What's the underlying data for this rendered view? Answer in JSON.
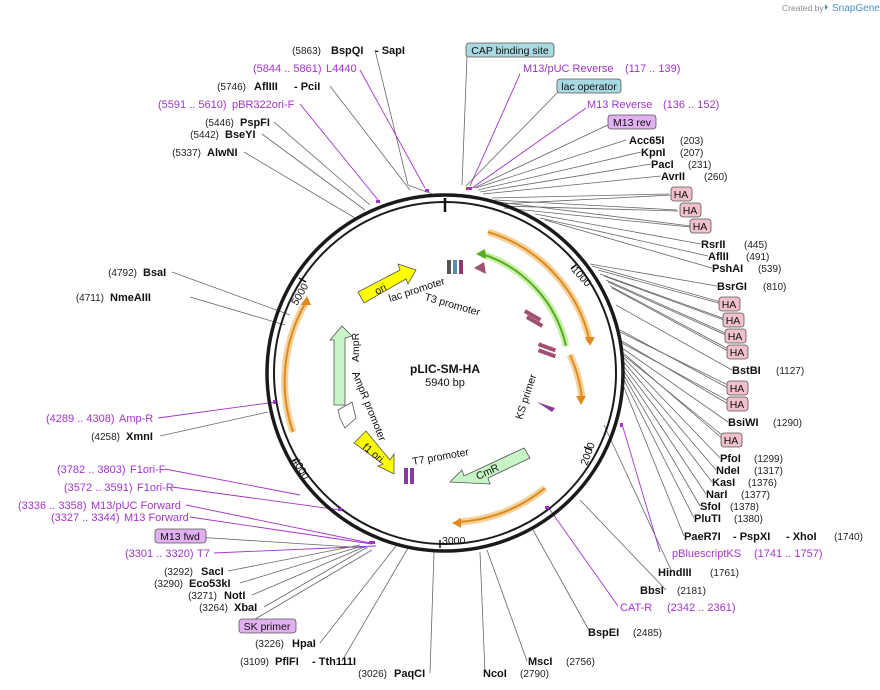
{
  "plasmid": {
    "name": "pLIC-SM-HA",
    "length": "5940 bp"
  },
  "credit": {
    "created_by": "Created by",
    "brand": "SnapGene"
  },
  "colors": {
    "enzyme": "#111111",
    "primer": "#a334c9",
    "backbone": "#1a1a1a",
    "feature_promoter_fill": "#c8f5c8",
    "feature_ori_fill": "#ffff00",
    "feature_orange": "#e08a1e",
    "feature_green": "#5aaa22",
    "misc_blue_fill": "#a8d8e0",
    "ha_fill": "#f0c0cc",
    "primer_box_fill": "#e0b0f0"
  },
  "ticks": [
    "1000",
    "2000",
    "3000",
    "4000",
    "5000"
  ],
  "enzymes_left": [
    {
      "pos": "(5863)",
      "name": "BspQI",
      "extra": "- SapI"
    },
    {
      "pos": "(5746)",
      "name": "AflIII",
      "extra": "- PciI"
    },
    {
      "pos": "(5446)",
      "name": "PspFI",
      "extra": ""
    },
    {
      "pos": "(5442)",
      "name": "BseYI",
      "extra": ""
    },
    {
      "pos": "(5337)",
      "name": "AlwNI",
      "extra": ""
    },
    {
      "pos": "(4792)",
      "name": "BsaI",
      "extra": ""
    },
    {
      "pos": "(4711)",
      "name": "NmeAIII",
      "extra": ""
    },
    {
      "pos": "(4258)",
      "name": "XmnI",
      "extra": ""
    },
    {
      "pos": "(3292)",
      "name": "SacI",
      "extra": ""
    },
    {
      "pos": "(3290)",
      "name": "Eco53kI",
      "extra": ""
    },
    {
      "pos": "(3271)",
      "name": "NotI",
      "extra": ""
    },
    {
      "pos": "(3264)",
      "name": "XbaI",
      "extra": ""
    },
    {
      "pos": "(3226)",
      "name": "HpaI",
      "extra": ""
    },
    {
      "pos": "(3109)",
      "name": "PflFI",
      "extra": "- Tth111I"
    },
    {
      "pos": "(3026)",
      "name": "PaqCI",
      "extra": ""
    }
  ],
  "primers_left": [
    {
      "range": "(5844 .. 5861)",
      "name": "L4440"
    },
    {
      "range": "(5591 .. 5610)",
      "name": "pBR322ori-F"
    },
    {
      "range": "(4289 .. 4308)",
      "name": "Amp-R"
    },
    {
      "range": "(3782 .. 3803)",
      "name": "F1ori-F"
    },
    {
      "range": "(3572 .. 3591)",
      "name": "F1ori-R"
    },
    {
      "range": "(3336 .. 3358)",
      "name": "M13/pUC Forward"
    },
    {
      "range": "(3327 .. 3344)",
      "name": "M13 Forward"
    },
    {
      "range": "(3301 .. 3320)",
      "name": "T7"
    }
  ],
  "enzymes_right": [
    {
      "name": "Acc65I",
      "pos": "(203)"
    },
    {
      "name": "KpnI",
      "pos": "(207)"
    },
    {
      "name": "PacI",
      "pos": "(231)"
    },
    {
      "name": "AvrII",
      "pos": "(260)"
    },
    {
      "name": "RsrII",
      "pos": "(445)"
    },
    {
      "name": "AflII",
      "pos": "(491)"
    },
    {
      "name": "PshAI",
      "pos": "(539)"
    },
    {
      "name": "BsrGI",
      "pos": "(810)"
    },
    {
      "name": "BstBI",
      "pos": "(1127)"
    },
    {
      "name": "BsiWI",
      "pos": "(1290)"
    },
    {
      "name": "PfoI",
      "pos": "(1299)"
    },
    {
      "name": "NdeI",
      "pos": "(1317)"
    },
    {
      "name": "KasI",
      "pos": "(1376)"
    },
    {
      "name": "NarI",
      "pos": "(1377)"
    },
    {
      "name": "SfoI",
      "pos": "(1378)"
    },
    {
      "name": "PluTI",
      "pos": "(1380)"
    },
    {
      "name": "HindIII",
      "pos": "(1761)"
    },
    {
      "name": "BbsI",
      "pos": "(2181)"
    },
    {
      "name": "BspEI",
      "pos": "(2485)"
    },
    {
      "name": "MscI",
      "pos": "(2756)"
    },
    {
      "name": "NcoI",
      "pos": "(2790)"
    }
  ],
  "enzyme_paer7i": {
    "name": "PaeR7I",
    "mid": "- PspXI",
    "mid2": "- XhoI",
    "pos": "(1740)"
  },
  "primers_right": [
    {
      "name": "M13/pUC Reverse",
      "range": "(117 .. 139)"
    },
    {
      "name": "M13 Reverse",
      "range": "(136 .. 152)"
    },
    {
      "name": "pBluescriptKS",
      "range": "(1741 .. 1757)"
    },
    {
      "name": "CAT-R",
      "range": "(2342 .. 2361)"
    }
  ],
  "boxes": {
    "cap_site": "CAP binding site",
    "lac_operator": "lac operator",
    "m13_rev": "M13 rev",
    "m13_fwd": "M13 fwd",
    "sk_primer": "SK primer",
    "ha": "HA"
  },
  "features": {
    "ori": "ori",
    "lac_promoter": "lac promoter",
    "t3_promoter": "T3 promoter",
    "ampr": "AmpR",
    "ampr_promoter": "AmpR promoter",
    "f1_ori": "f1 ori",
    "t7_promoter": "T7 promoter",
    "cmr": "CmR",
    "ks_primer": "KS primer"
  }
}
